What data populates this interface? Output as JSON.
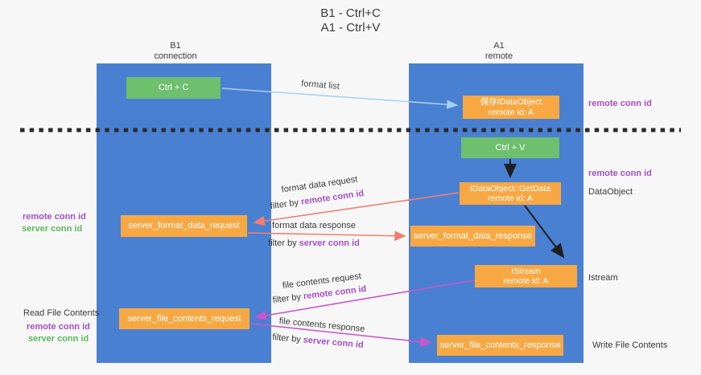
{
  "title": {
    "line1": "B1 - Ctrl+C",
    "line2": "A1 - Ctrl+V"
  },
  "columns": {
    "left": {
      "name": "B1",
      "role": "connection"
    },
    "right": {
      "name": "A1",
      "role": "remote"
    }
  },
  "boxes": {
    "ctrl_c": "Ctrl + C",
    "ctrl_v": "Ctrl + V",
    "save_idataobject": {
      "line1": "保存IDataObject",
      "line2": "remote id: A"
    },
    "idataobject_getdata": {
      "line1": "IDataObject::GetData",
      "line2": "remote id: A"
    },
    "istream": {
      "line1": "IStream",
      "line2": "remote id: A"
    },
    "server_format_data_request": "server_format_data_request",
    "server_format_data_response": "server_format_data_response",
    "server_file_contents_request": "server_file_contents_request",
    "server_file_contents_response": "server_file_contents_response"
  },
  "arrow_labels": {
    "format_list": "format list",
    "format_data_request": "format data request",
    "format_data_response": "format data response",
    "file_contents_request": "file contents request",
    "file_contents_response": "file contents response",
    "filter_by": "filter by ",
    "remote_conn_id": "remote conn id",
    "server_conn_id": "server conn id"
  },
  "side_labels": {
    "remote_conn_id": "remote conn id",
    "server_conn_id": "server conn id",
    "dataobject": "DataObject",
    "istream": "Istream",
    "read_file_contents": "Read File Contents",
    "write_file_contents": "Write File Contents"
  },
  "colors": {
    "column_blue": "#4a80d2",
    "box_green": "#6ebf6e",
    "box_orange": "#f8a843",
    "arrow_lightblue": "#a6d2f0",
    "arrow_salmon": "#f27e6f",
    "arrow_magenta": "#cc55cb",
    "arrow_black": "#1f1f1f",
    "text_purple": "#a34fc8",
    "text_green": "#5cb85c"
  }
}
